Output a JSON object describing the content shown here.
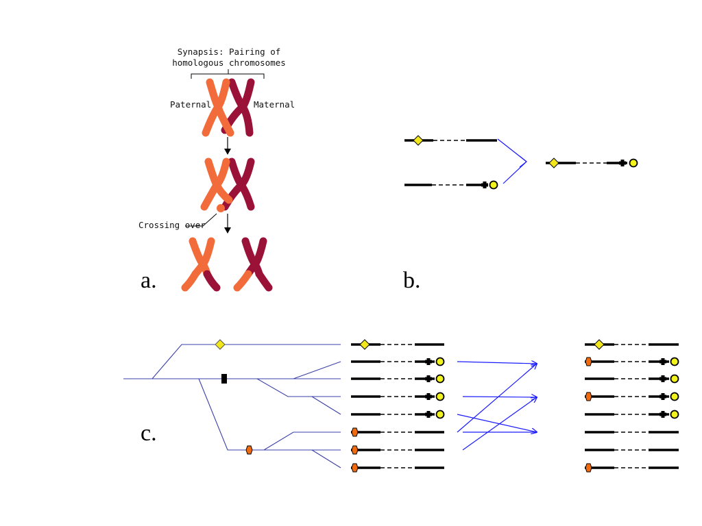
{
  "panel_a": {
    "label": "a.",
    "title_line1": "Synapsis: Pairing of",
    "title_line2": "homologous chromosomes",
    "left_label": "Paternal",
    "right_label": "Maternal",
    "crossing_label": "Crossing over"
  },
  "panel_b": {
    "label": "b."
  },
  "panel_c": {
    "label": "c."
  },
  "colors": {
    "paternal": "#f26b3a",
    "maternal": "#9b1239",
    "line": "#000000",
    "tree": "#3a3fa8",
    "arrow": "#1a1aff",
    "diamond": "#f2e61c",
    "circle": "#f2f21c",
    "hexagon": "#f06a10"
  },
  "icons": [
    "diamond-marker-icon",
    "plus-marker-icon",
    "circle-marker-icon",
    "hexagon-marker-icon",
    "arrow-icon"
  ]
}
